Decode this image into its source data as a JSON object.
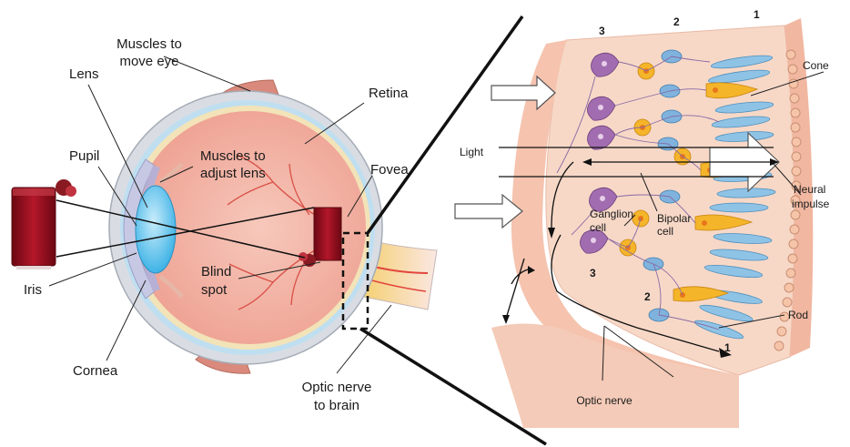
{
  "left_labels": {
    "muscles_move_eye": [
      "Muscles to",
      "move eye"
    ],
    "lens": "Lens",
    "retina": "Retina",
    "pupil": "Pupil",
    "muscles_adjust_lens": [
      "Muscles to",
      "adjust lens"
    ],
    "fovea": "Fovea",
    "iris": "Iris",
    "blind_spot": [
      "Blind",
      "spot"
    ],
    "cornea": "Cornea",
    "optic_nerve_brain": [
      "Optic nerve",
      "to brain"
    ]
  },
  "right_labels": {
    "light": "Light",
    "cone": "Cone",
    "neural_impulse": [
      "Neural",
      "impulse"
    ],
    "ganglion_cell": [
      "Ganglion",
      "cell"
    ],
    "bipolar_cell": [
      "Bipolar",
      "cell"
    ],
    "rod": "Rod",
    "optic_nerve": "Optic nerve"
  },
  "layer_numbers": {
    "top_3": "3",
    "top_2": "2",
    "top_1": "1",
    "low_3": "3",
    "low_2": "2",
    "low_1": "1"
  },
  "colors": {
    "sclera": "#d9dde3",
    "eyeball": "#f4b3a5",
    "lens": "#6ec9ef",
    "iris": "#b7b0d4",
    "muscle": "#d98a7d",
    "retina_bg": "#f7d8c7",
    "rod": "#8fc3e6",
    "cone": "#f5b52a",
    "ganglion": "#a26db0",
    "drink": "#8e0e1c"
  }
}
